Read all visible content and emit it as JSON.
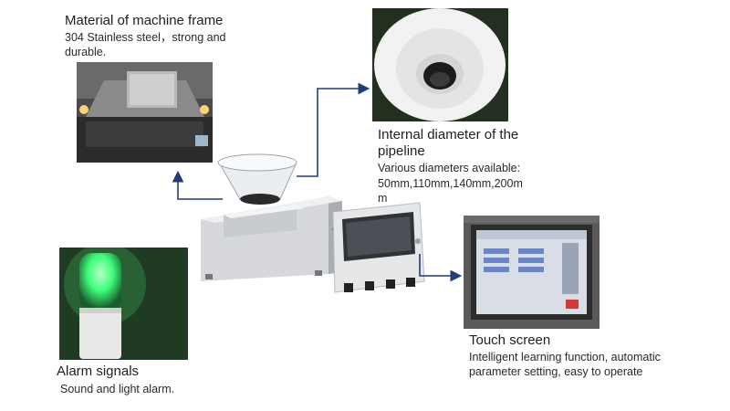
{
  "frame": {
    "title": "Material of machine frame",
    "desc_line1": "304 Stainless steel，strong and",
    "desc_line2": "durable."
  },
  "pipeline": {
    "title_line1": "Internal diameter of the",
    "title_line2": "pipeline",
    "desc_line1": "Various diameters available:",
    "desc_line2": "50mm,110mm,140mm,200m",
    "desc_line3": "m"
  },
  "touch": {
    "title": "Touch screen",
    "desc_line1": "Intelligent learning function, automatic",
    "desc_line2": "parameter setting, easy to operate"
  },
  "alarm": {
    "title": "Alarm signals",
    "desc": "Sound and light alarm."
  },
  "colors": {
    "arrow": "#1f3d7a",
    "alarm_glow": "#3cff7a"
  }
}
